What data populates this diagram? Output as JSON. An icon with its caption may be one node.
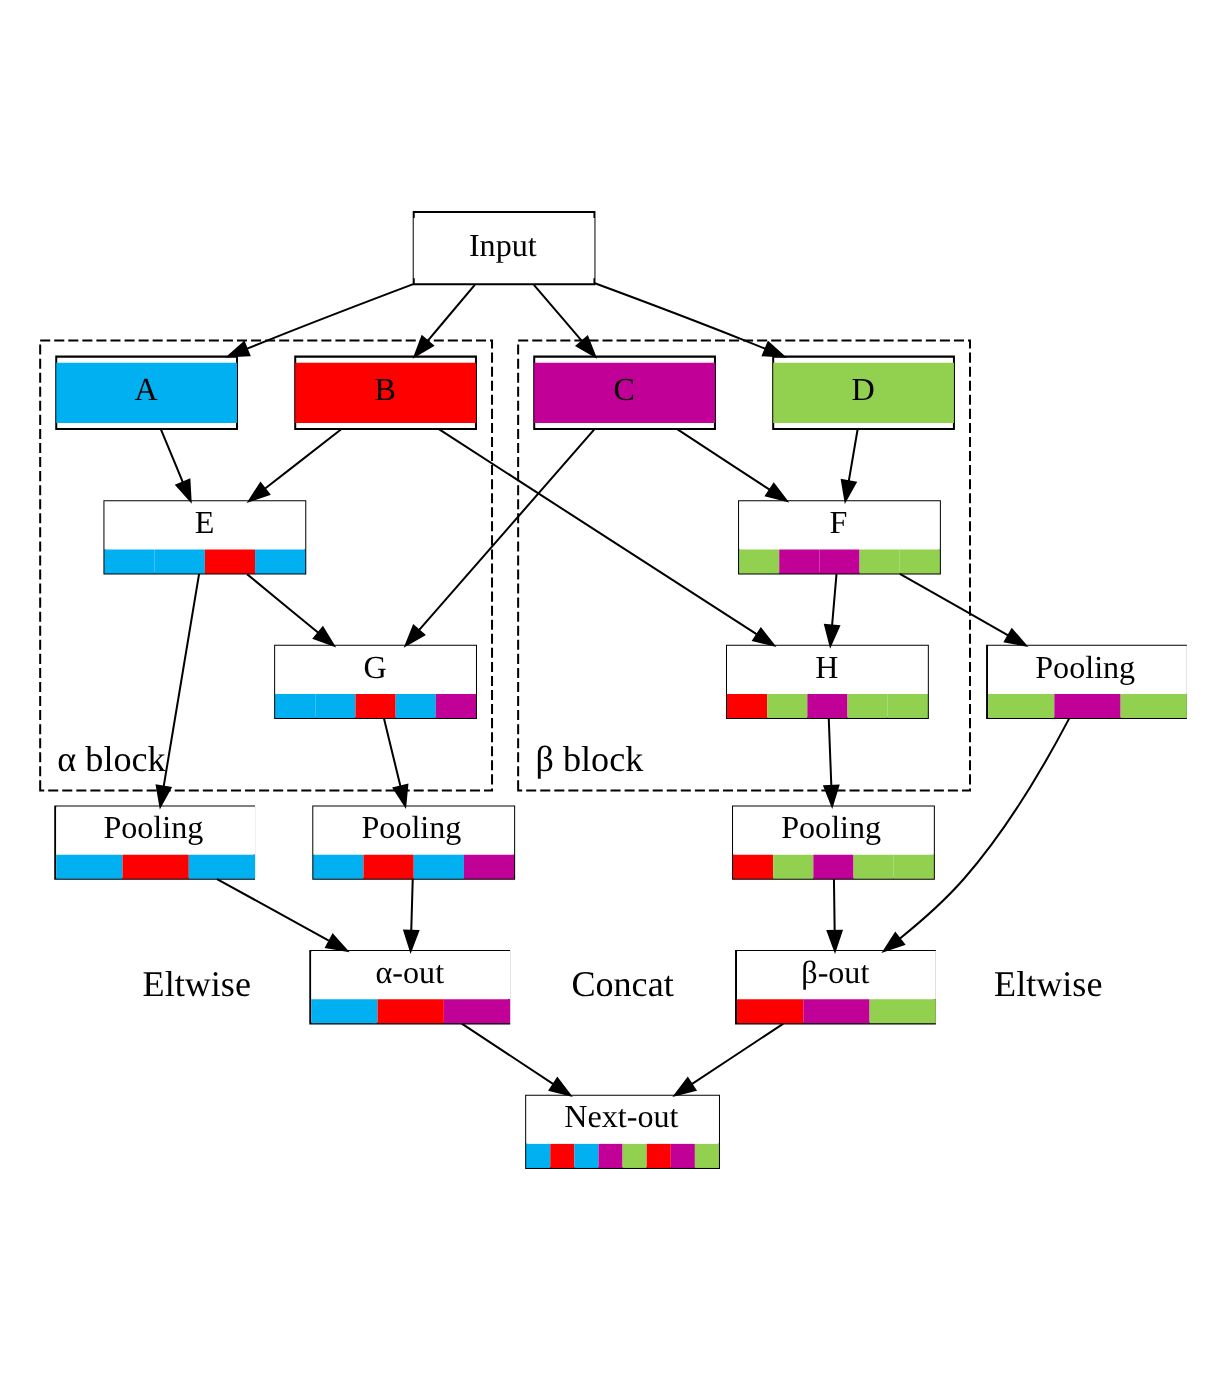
{
  "diagram": {
    "nodes": [
      {
        "text": [
          "Input"
        ]
      },
      {
        "text": [
          "α block"
        ]
      },
      {
        "text": [
          "β block"
        ]
      },
      {
        "text": [
          "A"
        ],
        "in": 1
      },
      {
        "text": [
          "B"
        ],
        "in": 1
      },
      {
        "text": [
          "E"
        ],
        "in": 1
      },
      {
        "text": [
          "G"
        ],
        "in": 1
      },
      {
        "text": [
          "C"
        ],
        "in": 2
      },
      {
        "text": [
          "D"
        ],
        "in": 2
      },
      {
        "text": [
          "F"
        ],
        "in": 2
      },
      {
        "text": [
          "H"
        ],
        "in": 2
      },
      {
        "text": [
          "Pooling"
        ]
      },
      {
        "text": [
          "Pooling"
        ]
      },
      {
        "text": [
          "Pooling"
        ]
      },
      {
        "text": [
          "Pooling"
        ]
      },
      {
        "text": [
          "α-out"
        ]
      },
      {
        "text": [
          "β-out"
        ]
      },
      {
        "text": [
          "Next-out"
        ]
      }
    ],
    "edges": [
      {
        "from": 0,
        "to": 3,
        "arrow": "to"
      },
      {
        "from": 0,
        "to": 4,
        "arrow": "to"
      },
      {
        "from": 0,
        "to": 7,
        "arrow": "to"
      },
      {
        "from": 0,
        "to": 8,
        "arrow": "to"
      },
      {
        "from": 3,
        "to": 5,
        "arrow": "to"
      },
      {
        "from": 4,
        "to": 5,
        "arrow": "to"
      },
      {
        "from": 4,
        "to": 10,
        "arrow": "to"
      },
      {
        "from": 7,
        "to": 6,
        "arrow": "to"
      },
      {
        "from": 7,
        "to": 9,
        "arrow": "to"
      },
      {
        "from": 8,
        "to": 9,
        "arrow": "to"
      },
      {
        "from": 5,
        "to": 6,
        "arrow": "to"
      },
      {
        "from": 9,
        "to": 10,
        "arrow": "to"
      },
      {
        "from": 5,
        "to": 11,
        "arrow": "to"
      },
      {
        "from": 6,
        "to": 12,
        "arrow": "to"
      },
      {
        "from": 10,
        "to": 13,
        "arrow": "to"
      },
      {
        "from": 9,
        "to": 14,
        "arrow": "to"
      },
      {
        "from": 11,
        "to": 15,
        "arrow": "to"
      },
      {
        "from": 12,
        "to": 15,
        "arrow": "to"
      },
      {
        "from": 13,
        "to": 16,
        "arrow": "to"
      },
      {
        "from": 14,
        "to": 16,
        "arrow": "to"
      },
      {
        "from": 15,
        "to": 17,
        "arrow": "to"
      },
      {
        "from": 16,
        "to": 17,
        "arrow": "to"
      }
    ],
    "labels": [
      "Eltwise",
      "Eltwise",
      "Concat"
    ]
  }
}
